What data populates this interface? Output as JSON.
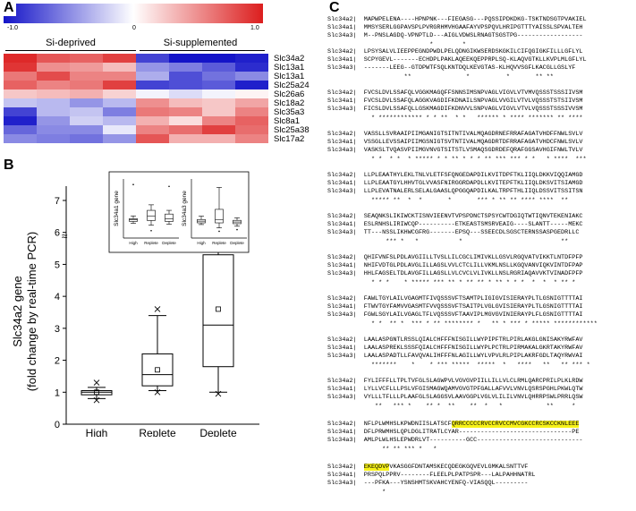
{
  "panel_a": {
    "letter": "A",
    "colorbar": {
      "min_label": "-1.0",
      "mid_label": "0",
      "max_label": "1.0",
      "low_color": "#1414c8",
      "high_color": "#dc1e1e"
    },
    "groups": [
      {
        "label": "Si-deprived"
      },
      {
        "label": "Si-supplemented"
      }
    ],
    "genes": [
      "Slc34a2",
      "Slc13a1",
      "Slc13a1",
      "Slc25a24",
      "Slc26a6",
      "Slc18a2",
      "Slc35a3",
      "Slc8a1",
      "Slc25a38",
      "Slc17a2"
    ],
    "heatmap_values": [
      [
        0.95,
        0.75,
        0.7,
        0.85,
        -0.8,
        -1.0,
        -1.0,
        -0.95
      ],
      [
        0.9,
        0.5,
        0.45,
        0.3,
        -0.45,
        -0.55,
        -0.7,
        -0.9
      ],
      [
        0.6,
        0.8,
        0.55,
        0.55,
        -0.35,
        -0.75,
        -0.6,
        -0.5
      ],
      [
        0.7,
        0.55,
        0.6,
        0.85,
        -0.8,
        -0.75,
        -0.7,
        -0.95
      ],
      [
        0.25,
        0.3,
        0.35,
        0.2,
        -0.05,
        -0.15,
        -0.05,
        0.05
      ],
      [
        -0.25,
        -0.3,
        -0.45,
        -0.3,
        0.5,
        0.3,
        0.25,
        0.4
      ],
      [
        -0.8,
        -0.3,
        -0.25,
        -0.55,
        0.6,
        0.55,
        0.25,
        0.55
      ],
      [
        -0.95,
        -0.45,
        -0.2,
        -0.3,
        0.35,
        0.15,
        0.55,
        0.7
      ],
      [
        -0.65,
        -0.5,
        -0.5,
        -0.1,
        0.55,
        0.65,
        0.85,
        0.65
      ],
      [
        -0.5,
        -0.55,
        -0.6,
        -0.45,
        0.75,
        0.35,
        0.35,
        0.55
      ]
    ]
  },
  "panel_b": {
    "letter": "B",
    "chart_data": {
      "type": "box",
      "ylabel_line1": "Slc34a2 gene",
      "ylabel_line2": "(fold change by real-time PCR)",
      "categories": [
        "High",
        "Replete",
        "Deplete"
      ],
      "ylim": [
        0,
        7
      ],
      "yticks": [
        0,
        1,
        2,
        3,
        4,
        5,
        6,
        7
      ],
      "axis_break_label": "≈",
      "boxes": [
        {
          "name": "High",
          "min": 0.8,
          "q1": 0.92,
          "median": 1.0,
          "q3": 1.05,
          "max": 1.15,
          "mean": 1.0,
          "outliers": [
            1.3,
            0.75
          ]
        },
        {
          "name": "Replete",
          "min": 1.05,
          "q1": 1.2,
          "median": 1.55,
          "q3": 2.2,
          "max": 3.4,
          "mean": 1.7,
          "outliers": [
            3.6,
            1.0
          ]
        },
        {
          "name": "Deplete",
          "min": 1.0,
          "q1": 1.8,
          "median": 3.1,
          "q3": 5.3,
          "max": 6.2,
          "mean": 3.6,
          "outliers": [
            6.9,
            0.95
          ]
        }
      ],
      "insets": [
        {
          "ylabel": "Slc34a1 gene",
          "categories": [
            "High",
            "Replete",
            "Deplete"
          ],
          "boxes": [
            {
              "min": 0.8,
              "q1": 0.9,
              "median": 1.0,
              "q3": 1.05,
              "max": 1.2,
              "outliers": [
                2.9
              ]
            },
            {
              "min": 0.7,
              "q1": 0.95,
              "median": 1.2,
              "q3": 1.5,
              "max": 1.8,
              "outliers": [
                0.4
              ]
            },
            {
              "min": 0.75,
              "q1": 0.9,
              "median": 1.05,
              "q3": 1.3,
              "max": 1.5,
              "outliers": [
                2.8
              ]
            }
          ],
          "ylim": [
            0,
            3.2
          ]
        },
        {
          "ylabel": "Slc34a3 gene",
          "categories": [
            "High",
            "Replete",
            "Deplete"
          ],
          "boxes": [
            {
              "min": 0.8,
              "q1": 0.9,
              "median": 1.0,
              "q3": 1.1,
              "max": 1.3,
              "outliers": []
            },
            {
              "min": 0.6,
              "q1": 0.9,
              "median": 1.1,
              "q3": 1.7,
              "max": 3.0,
              "outliers": [
                0.4
              ]
            },
            {
              "min": 0.7,
              "q1": 0.85,
              "median": 0.95,
              "q3": 1.05,
              "max": 1.2,
              "outliers": [
                0.5
              ]
            }
          ],
          "ylim": [
            0,
            3.5
          ]
        }
      ]
    }
  },
  "panel_c": {
    "letter": "C",
    "highlight_color": "#f7f21a",
    "blocks": [
      [
        "Slc34a2|  MAPWPELENA----HPNPNK---FIEGASG---PQSSIPDKDKG-TSKTNDSGTPVAKIEL",
        "Slc34a1|  MMSYSERLGGPAVSPLPVRGRHMVHGAAFAYVPSPQVLHRIPGTTTYAISSLSPVALTEH",
        "Slc34a3|  M--PNSLAGDQ-VPNPTLD---AIGLVDWSLRNAGTSGSTPG------------------",
        "                            *        *"
      ],
      [
        "Slc34a2|  LPSYSALVLIEEPPEGNDPWDLPELQDNGIKWSERDSKGKILCIFQGIGKFILLLGFLYL",
        "Slc34a1|  SCPYGEVL-------ECHDPLPAKLAQEEKQEPPRPLSQ-KLAQVGTKLLKVPLMLGFLYL",
        "Slc34a3|  -------LEEG--GTDPWTFSQLKNTDQLKEVGTAS-KLHQVVSGFLKACGLLGSLYF",
        "                     **               *          *       ** **"
      ],
      [
        "Slc34a2|  FVCSLDVLSSAFQLVGGKMAGQFFSNNSIMSNPVAGLVIGVLVTVMVQSSSTSSSIIVSM",
        "Slc34a1|  FVCSLDVLSSAFQLAGGKVAGDIFKDNAILSNPVAGLVVGILVTVLVQSSSTSTSIIVSM",
        "Slc34a3|  FICSLDVLSSAFQLLGSKMAGDIFKDNVVLSNPVAGLVIGVLVTVLVQSSSTSSSIVVSM",
        "            * ************ * * **  * *   ****** * **** ******* ** ****"
      ],
      [
        "Slc34a2|  VASSLLSVRAAIPIIMGANIGTSITNTIVALMQAGDRNEFRRAFAGATVHDFFNWLSVLV",
        "Slc34a1|  VSSGLLEVSSAIPIIMGSNIGTSVTNTIVALMQAGDRTDFRRAFAGATVHDCFNWLSVLV",
        "Slc34a3|  VASKSLTVQASVPIIMGVNVGTSITSTLVSMAQSGDRDEFQRAFGGSAVHGIFNWLTVLV",
        "            * *  * *  * ***** * * ** * * * ** *** *** * *   * ****  ***"
      ],
      [
        "Slc34a2|  LLPLEAATHYLEKLTNLVLETFSFQNGEDAPDILKVITDPFTKLIIQLDKKVIQQIAMGD",
        "Slc34a1|  LLPLEAATGYLHHVTGLVVASFNIRGGRDAPDLLKVITEPFTKLIIQLDKSVITSIAMGD",
        "Slc34a3|  LLPLEVATNALERLSELALGAASLQPGGQAPDILKALTRPFTHLIIQLDSSVITSSITSN",
        "            ***** **  *  *       *       *** * ** ** **** ****  **    "
      ],
      [
        "Slc34a2|  SEAQNKSLIKIWCKTISNVIEENVTVPSPDNCTSPSYCWTDGIQTWTIQNVTEKENIAKC",
        "Slc34a1|  ESLRNHSLIRIWCQP----------ETKEASTSMSRVEAIG----SLANTT-----MEKC",
        "Slc34a3|  TT---NSSLIKHWCGFRG-------EPSQ---SSEECDLSGSCTERNSSASPGEDRLLC",
        "                *** *   *           *                           **"
      ],
      [
        "Slc34a2|  QHIFVNFSLPDLAVGIILLTVSLLILCGCLIMIVKLLGSVLRGQVATVIKKTLNTDFPFP",
        "Slc34a1|  NHIFVDTGLPDLAVGLILLAGSLVVLCTCLILLVKMLNSLLKGQVANVIQKVINTDFPAP",
        "Slc34a3|  HHLFAGSELTDLAVGFILLAGSLLVLCVCLVLIVKLLNSLRGRIAQAVVKTVINADFPFP",
        "            * * *    * ***** *** ** * ** ** * ** * * *  *  *  * ** *"
      ],
      [
        "Slc34a2|  FAWLTGYLAILVGAGMTFIVQSSSVFTSAMTPLIGIGVISIERAYPLTLGSNIGTTTTAI",
        "Slc34a1|  FTWVTGYFAMVVGASMTFVVQSSSVFTSAITPLVGLGVISIERAYPLTLGSNIGTTTTAI",
        "Slc34a3|  FGWLSGYLAILVGAGLTFLVQSSSVFTAAVIPLMGVGVINIERAYPLFLGSNIGTTTTAI",
        "            * *  ** *  *** * ** ******** *   ** * *** * ***** ************"
      ],
      [
        "Slc34a2|  LAALASPGNTLRSSLQIALCHFFFNISGILLWYPIPFTRLPIRLAKGLGNISAKYRWFAV",
        "Slc34a1|  LAALASPREKLSSSFQIALCHFFFNISGILLWYPLPCTRLPIRMAKALGKRTAKYRWFAV",
        "Slc34a3|  LAALASPADTLLFAVQVALIHFFFNLAGILLWYLVPVLRLPIPLAKRFGDLTAQYRWVAI",
        "            *******    *    * *** *****  *****  *   ****   **   ** *** *"
      ],
      [
        "Slc34a2|  FYLIFFFLLTPLTVFGLSLAGWPVLVGVGVPIILLILLVLCLRMLQARCPRILPLKLRDW",
        "Slc34a1|  LYLLVCFLLLPSLVFGISMAGWQAMVGVGTPFGALLAFVVLVNVLQSRSPGHLPKWLQTW",
        "Slc34a3|  VYLLLTFLLLPLAAFGLSLAGGSVLAAVGGPLVGLVLILILVNVLQHRRPSWLPRRLQSW",
        "             **   *** *    ** *  **    **  *   *            **     *"
      ],
      [
        "Slc34a2|  NFLPLWMHSLKPWDNIISLATSCF",
        "Slc34a1|  DFLPRWMHSLQPLDGLITRATLCYAR-------------------------------PE",
        "Slc34a3|  AMLPLWLHSLEPWDRLVT----------GCC-----------------------------",
        "               ** ** *** *   *"
      ],
      [
        "Slc34a2|  ",
        "Slc34a1|  PRSPQLPPRV--------FLEELPLPATPSPR---LALPAHHNATRL",
        "Slc34a3|  ---PFKA---YSNSHMTSKVAHCYENFQ-VIASQQL---------",
        "               *"
      ]
    ],
    "highlight_segments": [
      {
        "block": 10,
        "line": 0,
        "text": "QRRCCCCCRVCCRVCCMVCGKCCRCSKCCKNLEEE"
      },
      {
        "block": 11,
        "line": 0,
        "text": "EKEQDVP"
      }
    ],
    "tail_segments": [
      {
        "block": 11,
        "line": 0,
        "text": "VKASGGFDNTAMSKECQDEGKGQVEVLGMKALSNTTVF"
      }
    ]
  }
}
